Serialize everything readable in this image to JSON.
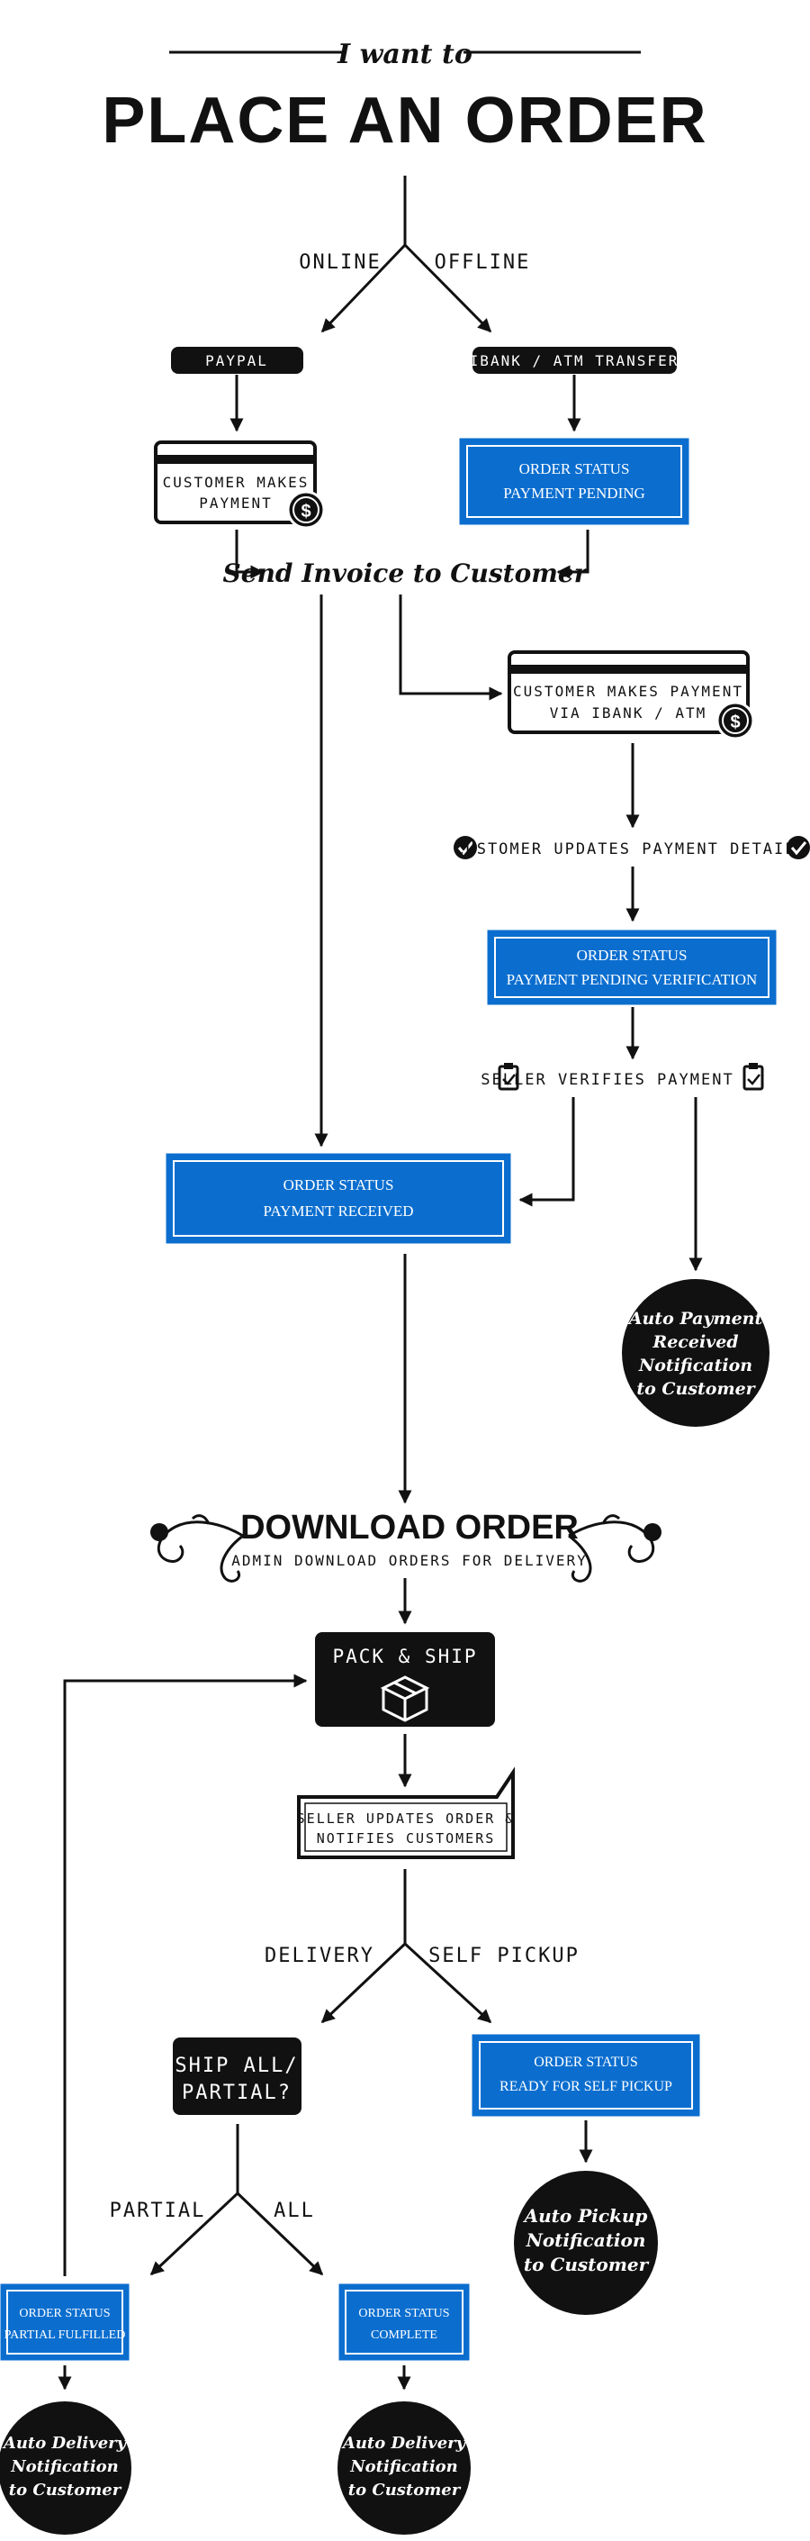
{
  "header": {
    "intro": "I want to",
    "title": "PLACE AN ORDER"
  },
  "branch1": {
    "left": "ONLINE",
    "right": "OFFLINE"
  },
  "pills": {
    "paypal": "PAYPAL",
    "ibank": "IBANK / ATM TRANSFER"
  },
  "paypal_card": {
    "line1": "CUSTOMER MAKES",
    "line2": "PAYMENT"
  },
  "status_pending": {
    "line1": "ORDER STATUS",
    "line2": "PAYMENT PENDING"
  },
  "send_invoice": "Send Invoice to Customer",
  "ibank_card": {
    "line1": "CUSTOMER MAKES PAYMENT",
    "line2": "VIA IBANK / ATM"
  },
  "customer_updates": "CUSTOMER UPDATES PAYMENT DETAILS",
  "status_verification": {
    "line1": "ORDER STATUS",
    "line2": "PAYMENT PENDING VERIFICATION"
  },
  "seller_verifies": "SELLER VERIFIES PAYMENT",
  "status_received": {
    "line1": "ORDER STATUS",
    "line2": "PAYMENT RECEIVED"
  },
  "auto_payment": {
    "line1": "Auto Payment",
    "line2": "Received",
    "line3": "Notification",
    "line4": "to Customer"
  },
  "download": {
    "title": "DOWNLOAD ORDER",
    "subtitle": "ADMIN DOWNLOAD ORDERS FOR DELIVERY"
  },
  "pack_ship": "PACK & SHIP",
  "seller_updates": {
    "line1": "SELLER UPDATES ORDER &",
    "line2": "NOTIFIES CUSTOMERS"
  },
  "branch2": {
    "left": "DELIVERY",
    "right": "SELF PICKUP"
  },
  "ship_all": {
    "line1": "SHIP ALL/",
    "line2": "PARTIAL?"
  },
  "status_pickup": {
    "line1": "ORDER STATUS",
    "line2": "READY FOR SELF PICKUP"
  },
  "auto_pickup": {
    "line1": "Auto Pickup",
    "line2": "Notification",
    "line3": "to Customer"
  },
  "branch3": {
    "left": "PARTIAL",
    "right": "ALL"
  },
  "status_partial": {
    "line1": "ORDER STATUS",
    "line2": "PARTIAL FULFILLED"
  },
  "status_complete": {
    "line1": "ORDER STATUS",
    "line2": "COMPLETE"
  },
  "auto_delivery_left": {
    "line1": "Auto Delivery",
    "line2": "Notification",
    "line3": "to Customer"
  },
  "auto_delivery_right": {
    "line1": "Auto Delivery",
    "line2": "Notification",
    "line3": "to Customer"
  },
  "icons": {
    "dollar": "dollar-coin-icon",
    "check": "check-circle-icon",
    "clipboard": "clipboard-check-icon",
    "box": "package-box-icon",
    "flourish": "flourish-ornament-icon"
  },
  "colors": {
    "blue": "#0b6ecf",
    "black": "#111111",
    "white": "#ffffff"
  }
}
